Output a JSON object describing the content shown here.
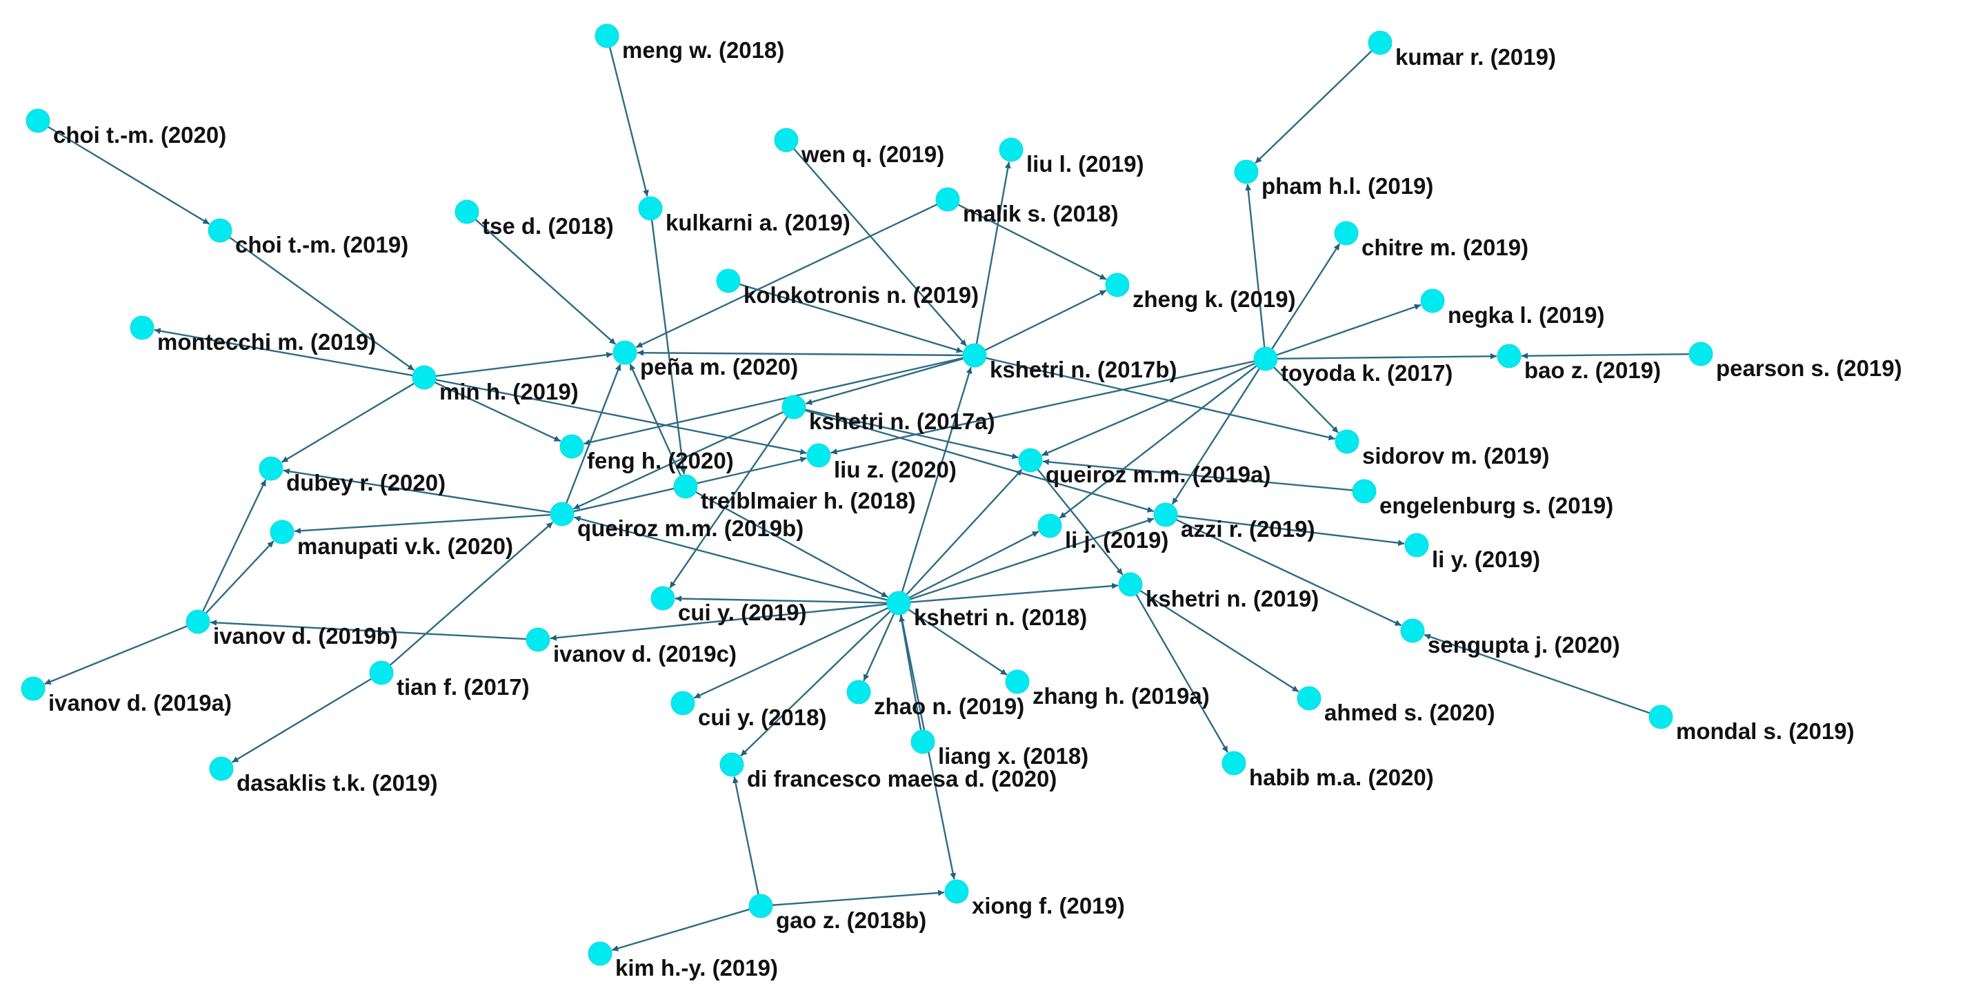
{
  "nodes": [
    {
      "id": "meng2018",
      "label": "meng w. (2018)"
    },
    {
      "id": "kumar2019",
      "label": "kumar r. (2019)"
    },
    {
      "id": "choi2020",
      "label": "choi t.-m. (2020)"
    },
    {
      "id": "wen2019",
      "label": "wen q. (2019)"
    },
    {
      "id": "liul2019",
      "label": "liu l. (2019)"
    },
    {
      "id": "pham2019",
      "label": "pham h.l. (2019)"
    },
    {
      "id": "tse2018",
      "label": "tse d. (2018)"
    },
    {
      "id": "kulkarni2019",
      "label": "kulkarni a. (2019)"
    },
    {
      "id": "malik2018",
      "label": "malik s. (2018)"
    },
    {
      "id": "choi2019",
      "label": "choi t.-m. (2019)"
    },
    {
      "id": "chitre2019",
      "label": "chitre m. (2019)"
    },
    {
      "id": "kolokotronis2019",
      "label": "kolokotronis n. (2019)"
    },
    {
      "id": "zheng2019",
      "label": "zheng k. (2019)"
    },
    {
      "id": "negka2019",
      "label": "negka l. (2019)"
    },
    {
      "id": "montecchi2019",
      "label": "montecchi m. (2019)"
    },
    {
      "id": "pena2020",
      "label": "peña m. (2020)"
    },
    {
      "id": "kshetri2017b",
      "label": "kshetri n. (2017b)"
    },
    {
      "id": "toyoda2017",
      "label": "toyoda k. (2017)"
    },
    {
      "id": "bao2019",
      "label": "bao z. (2019)"
    },
    {
      "id": "pearson2019",
      "label": "pearson s. (2019)"
    },
    {
      "id": "min2019",
      "label": "min h. (2019)"
    },
    {
      "id": "kshetri2017a",
      "label": "kshetri n. (2017a)"
    },
    {
      "id": "sidorov2019",
      "label": "sidorov m. (2019)"
    },
    {
      "id": "feng2020",
      "label": "feng h. (2020)"
    },
    {
      "id": "liuz2020",
      "label": "liu z. (2020)"
    },
    {
      "id": "queiroz2019a",
      "label": "queiroz m.m. (2019a)"
    },
    {
      "id": "dubey2020",
      "label": "dubey r. (2020)"
    },
    {
      "id": "treiblmaier2018",
      "label": "treiblmaier h. (2018)"
    },
    {
      "id": "engelenburg2019",
      "label": "engelenburg s. (2019)"
    },
    {
      "id": "queiroz2019b",
      "label": "queiroz m.m. (2019b)"
    },
    {
      "id": "azzi2019",
      "label": "azzi r. (2019)"
    },
    {
      "id": "manupati2020",
      "label": "manupati v.k. (2020)"
    },
    {
      "id": "lij2019",
      "label": "li j. (2019)"
    },
    {
      "id": "liy2019",
      "label": "li y. (2019)"
    },
    {
      "id": "kshetri2018",
      "label": "kshetri n. (2018)"
    },
    {
      "id": "kshetri2019",
      "label": "kshetri n. (2019)"
    },
    {
      "id": "cui2019",
      "label": "cui y. (2019)"
    },
    {
      "id": "ivanov2019b",
      "label": "ivanov d. (2019b)"
    },
    {
      "id": "ivanov2019c",
      "label": "ivanov d. (2019c)"
    },
    {
      "id": "sengupta2020",
      "label": "sengupta j. (2020)"
    },
    {
      "id": "tian2017",
      "label": "tian f. (2017)"
    },
    {
      "id": "zhang2019a",
      "label": "zhang h. (2019a)"
    },
    {
      "id": "ivanov2019a",
      "label": "ivanov d. (2019a)"
    },
    {
      "id": "cui2018",
      "label": "cui y. (2018)"
    },
    {
      "id": "zhao2019",
      "label": "zhao n. (2019)"
    },
    {
      "id": "ahmed2020",
      "label": "ahmed s. (2020)"
    },
    {
      "id": "mondal2019",
      "label": "mondal s. (2019)"
    },
    {
      "id": "liang2018",
      "label": "liang x. (2018)"
    },
    {
      "id": "difrancesco2020",
      "label": "di francesco maesa d. (2020)"
    },
    {
      "id": "habib2020",
      "label": "habib m.a. (2020)"
    },
    {
      "id": "dasaklis2019",
      "label": "dasaklis t.k. (2019)"
    },
    {
      "id": "gao2018b",
      "label": "gao z. (2018b)"
    },
    {
      "id": "xiong2019",
      "label": "xiong f. (2019)"
    },
    {
      "id": "kim2019",
      "label": "kim h.-y. (2019)"
    }
  ],
  "edges": [
    [
      "meng2018",
      "kulkarni2019"
    ],
    [
      "kumar2019",
      "pham2019"
    ],
    [
      "choi2020",
      "choi2019"
    ],
    [
      "choi2019",
      "min2019"
    ],
    [
      "wen2019",
      "kshetri2017b"
    ],
    [
      "tse2018",
      "pena2020"
    ],
    [
      "kulkarni2019",
      "treiblmaier2018"
    ],
    [
      "malik2018",
      "pena2020"
    ],
    [
      "malik2018",
      "zheng2019"
    ],
    [
      "kolokotronis2019",
      "kshetri2017b"
    ],
    [
      "pearson2019",
      "bao2019"
    ],
    [
      "min2019",
      "montecchi2019"
    ],
    [
      "min2019",
      "pena2020"
    ],
    [
      "min2019",
      "dubey2020"
    ],
    [
      "min2019",
      "feng2020"
    ],
    [
      "min2019",
      "liuz2020"
    ],
    [
      "kshetri2017b",
      "pena2020"
    ],
    [
      "kshetri2017b",
      "liul2019"
    ],
    [
      "kshetri2017b",
      "zheng2019"
    ],
    [
      "kshetri2017b",
      "kshetri2017a"
    ],
    [
      "kshetri2017b",
      "sidorov2019"
    ],
    [
      "kshetri2017b",
      "feng2020"
    ],
    [
      "toyoda2017",
      "pham2019"
    ],
    [
      "toyoda2017",
      "chitre2019"
    ],
    [
      "toyoda2017",
      "negka2019"
    ],
    [
      "toyoda2017",
      "bao2019"
    ],
    [
      "toyoda2017",
      "sidorov2019"
    ],
    [
      "toyoda2017",
      "queiroz2019a"
    ],
    [
      "toyoda2017",
      "azzi2019"
    ],
    [
      "toyoda2017",
      "lij2019"
    ],
    [
      "toyoda2017",
      "liuz2020"
    ],
    [
      "kshetri2017a",
      "queiroz2019a"
    ],
    [
      "kshetri2017a",
      "queiroz2019b"
    ],
    [
      "kshetri2017a",
      "cui2019"
    ],
    [
      "kshetri2017a",
      "azzi2019"
    ],
    [
      "treiblmaier2018",
      "pena2020"
    ],
    [
      "treiblmaier2018",
      "kshetri2018"
    ],
    [
      "engelenburg2019",
      "queiroz2019a"
    ],
    [
      "queiroz2019b",
      "dubey2020"
    ],
    [
      "queiroz2019b",
      "manupati2020"
    ],
    [
      "queiroz2019b",
      "pena2020"
    ],
    [
      "queiroz2019b",
      "liuz2020"
    ],
    [
      "queiroz2019a",
      "kshetri2019"
    ],
    [
      "azzi2019",
      "liy2019"
    ],
    [
      "azzi2019",
      "sengupta2020"
    ],
    [
      "kshetri2018",
      "kshetri2017b"
    ],
    [
      "kshetri2018",
      "queiroz2019a"
    ],
    [
      "kshetri2018",
      "azzi2019"
    ],
    [
      "kshetri2018",
      "lij2019"
    ],
    [
      "kshetri2018",
      "kshetri2019"
    ],
    [
      "kshetri2018",
      "cui2019"
    ],
    [
      "kshetri2018",
      "ivanov2019c"
    ],
    [
      "kshetri2018",
      "queiroz2019b"
    ],
    [
      "kshetri2018",
      "cui2018"
    ],
    [
      "kshetri2018",
      "zhao2019"
    ],
    [
      "kshetri2018",
      "zhang2019a"
    ],
    [
      "kshetri2018",
      "difrancesco2020"
    ],
    [
      "kshetri2018",
      "xiong2019"
    ],
    [
      "liang2018",
      "kshetri2018"
    ],
    [
      "kshetri2019",
      "ahmed2020"
    ],
    [
      "kshetri2019",
      "habib2020"
    ],
    [
      "mondal2019",
      "sengupta2020"
    ],
    [
      "ivanov2019c",
      "ivanov2019b"
    ],
    [
      "ivanov2019b",
      "ivanov2019a"
    ],
    [
      "ivanov2019b",
      "dubey2020"
    ],
    [
      "ivanov2019b",
      "manupati2020"
    ],
    [
      "tian2017",
      "dasaklis2019"
    ],
    [
      "tian2017",
      "queiroz2019b"
    ],
    [
      "gao2018b",
      "kim2019"
    ],
    [
      "gao2018b",
      "xiong2019"
    ],
    [
      "gao2018b",
      "difrancesco2020"
    ]
  ]
}
